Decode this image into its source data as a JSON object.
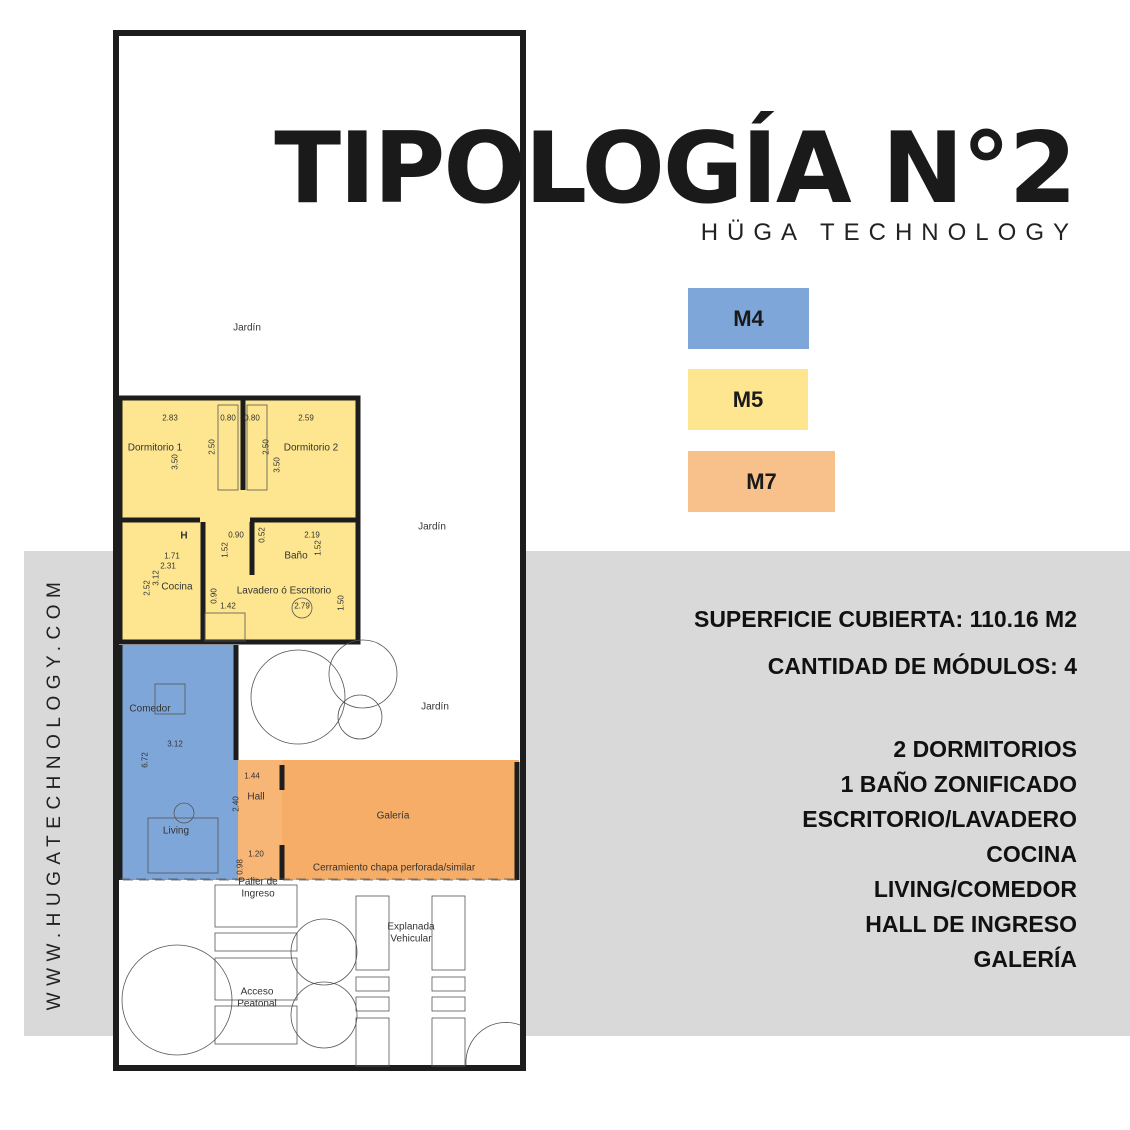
{
  "header": {
    "title": "TIPOLOGÍA N°2",
    "subtitle": "HÜGA TECHNOLOGY"
  },
  "website": "WWW.HUGATECHNOLOGY.COM",
  "legend": [
    {
      "label": "M4",
      "color": "#7fa6d8"
    },
    {
      "label": "M5",
      "color": "#fde68f"
    },
    {
      "label": "M7",
      "color": "#f8c08a"
    }
  ],
  "specs": {
    "superficie": "SUPERFICIE CUBIERTA:  110.16 M2",
    "modulos": "CANTIDAD DE MÓDULOS:   4"
  },
  "features": [
    "2 DORMITORIOS",
    "1 BAÑO ZONIFICADO",
    "ESCRITORIO/LAVADERO",
    "COCINA",
    "LIVING/COMEDOR",
    "HALL DE INGRESO",
    "GALERÍA"
  ],
  "rooms": {
    "jardin_top": "Jardín",
    "dorm1": "Dormitorio 1",
    "dorm2": "Dormitorio 2",
    "jardin_mid": "Jardín",
    "bano": "Baño",
    "cocina": "Cocina",
    "lavadero": "Lavadero ó Escritorio",
    "h": "H",
    "comedor": "Comedor",
    "jardin_low": "Jardín",
    "hall": "Hall",
    "living": "Living",
    "galeria": "Galería",
    "cerramiento": "Cerramiento chapa perforada/similar",
    "palier": "Palier de Ingreso",
    "explanada": "Explanada Vehicular",
    "acceso": "Acceso Peatonal"
  },
  "dimensions": [
    "2.83",
    "0.80",
    "0.80",
    "2.59",
    "2.50",
    "2.50",
    "3.50",
    "3.50",
    "0.90",
    "0.52",
    "2.19",
    "1.52",
    "1.52",
    "1.71",
    "2.31",
    "2.52",
    "3.12",
    "0.90",
    "1.42",
    "2.79",
    "1.50",
    "3.12",
    "6.72",
    "1.44",
    "2.40",
    "1.20",
    "0.98"
  ]
}
